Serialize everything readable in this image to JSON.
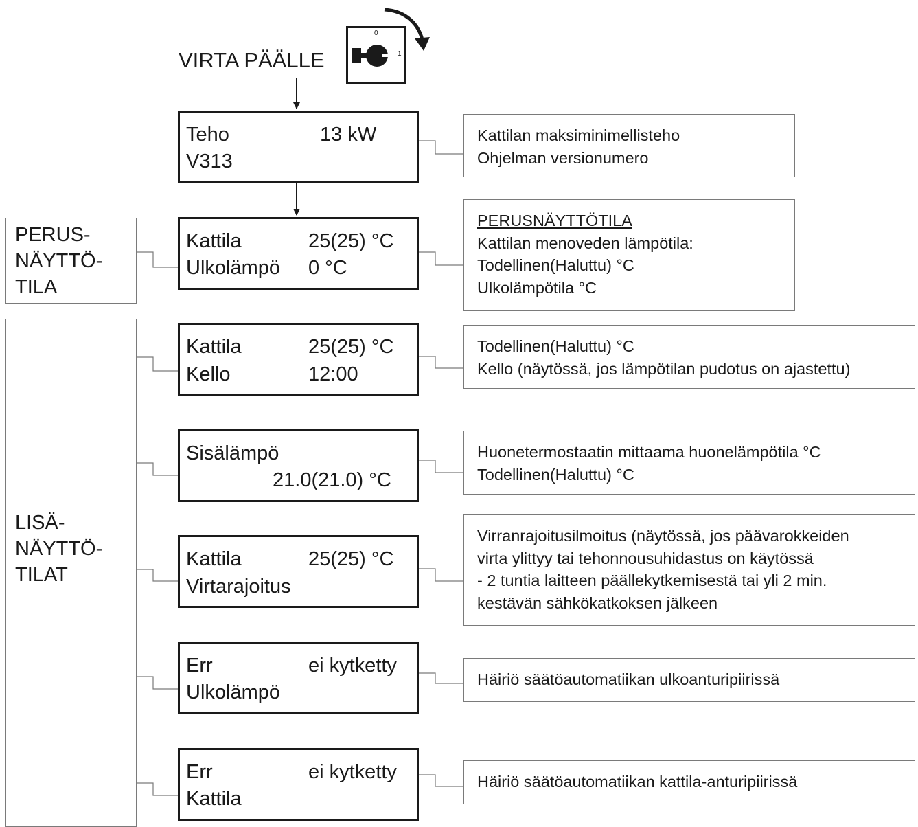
{
  "power_on": {
    "label": "VIRTA PÄÄLLE",
    "switch": {
      "mark_off": "0",
      "mark_on": "1"
    }
  },
  "side_labels": {
    "basic_mode": [
      "PERUS-",
      "NÄYTTÖ-",
      "TILA"
    ],
    "extra_modes": [
      "LISÄ-",
      "NÄYTTÖ-",
      "TILAT"
    ]
  },
  "displays": [
    {
      "id": "power",
      "l1_left": "Teho",
      "l1_right": "13 kW",
      "l2_left": "V313",
      "l2_right": ""
    },
    {
      "id": "basic",
      "l1_left": "Kattila",
      "l1_right": "25(25) °C",
      "l2_left": "Ulkolämpö",
      "l2_right": "0 °C"
    },
    {
      "id": "clock",
      "l1_left": "Kattila",
      "l1_right": "25(25) °C",
      "l2_left": "Kello",
      "l2_right": "12:00"
    },
    {
      "id": "indoor",
      "l1_left": "Sisälämpö",
      "l1_right": "",
      "l2_left": "",
      "l2_right": "21.0(21.0) °C"
    },
    {
      "id": "current-limit",
      "l1_left": "Kattila",
      "l1_right": "25(25) °C",
      "l2_left": "Virtarajoitus",
      "l2_right": ""
    },
    {
      "id": "err-outdoor",
      "l1_left": "Err",
      "l1_right": "ei kytketty",
      "l2_left": "Ulkolämpö",
      "l2_right": ""
    },
    {
      "id": "err-boiler",
      "l1_left": "Err",
      "l1_right": "ei kytketty",
      "l2_left": "Kattila",
      "l2_right": ""
    }
  ],
  "notes": [
    {
      "lines": [
        "Kattilan maksiminimellisteho",
        "Ohjelman versionumero"
      ]
    },
    {
      "heading": "PERUSNÄYTTÖTILA",
      "lines": [
        "Kattilan menoveden lämpötila:",
        "Todellinen(Haluttu) °C",
        "Ulkolämpötila °C"
      ]
    },
    {
      "lines": [
        "Todellinen(Haluttu) °C",
        "Kello (näytössä, jos lämpötilan pudotus on ajastettu)"
      ]
    },
    {
      "lines": [
        "Huonetermostaatin mittaama huonelämpötila °C",
        "Todellinen(Haluttu) °C"
      ]
    },
    {
      "lines": [
        "Virranrajoitusilmoitus (näytössä, jos päävarokkeiden",
        "virta ylittyy tai tehonnousuhidastus on käytössä",
        "- 2 tuntia laitteen päällekytkemisestä tai yli 2 min.",
        "kestävän sähkökatkoksen jälkeen"
      ]
    },
    {
      "lines": [
        "Häiriö säätöautomatiikan ulkoanturipiirissä"
      ]
    },
    {
      "lines": [
        "Häiriö säätöautomatiikan kattila-anturipiirissä"
      ]
    }
  ]
}
